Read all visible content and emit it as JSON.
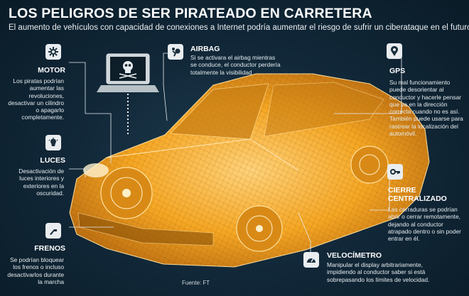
{
  "header": {
    "title": "LOS PELIGROS DE SER PIRATEADO EN CARRETERA",
    "subtitle": "El aumento de vehículos con capacidad de conexiones a Internet podría aumentar el riesgo de sufrir un ciberataque en el futuro."
  },
  "items": {
    "motor": {
      "label": "MOTOR",
      "icon": "gear-icon",
      "text": [
        "Los piratas podrían",
        "aumentar las",
        "revoluciones,",
        "desactivar un cilindro",
        "o apagarlo",
        "completamente."
      ]
    },
    "luces": {
      "label": "LUCES",
      "icon": "light-icon",
      "text": [
        "Desactivación de",
        "luces interiores  y",
        "exteriores en la",
        "oscuridad."
      ]
    },
    "frenos": {
      "label": "FRENOS",
      "icon": "brake-pedal-icon",
      "text": [
        "Se podrían bloquear",
        "los frenos o incluso",
        "desactivarlos durante",
        "la marcha"
      ]
    },
    "airbag": {
      "label": "AIRBAG",
      "icon": "airbag-icon",
      "text": [
        "Si se activara el airbag mientras",
        "se conduce, el conductor perdería",
        "totalmente la visibilidad"
      ]
    },
    "gps": {
      "label": "GPS",
      "icon": "map-pin-icon",
      "text": [
        "Su mal funcionamiento",
        "puede desorientar al",
        "conductor y hacerle pensar",
        "que va en la dirección",
        "correcta cuando no es así.",
        "También puede usarse para",
        "rastrear la localización del",
        "automóvil."
      ]
    },
    "cierre": {
      "label1": "CIERRE",
      "label2": "CENTRALIZADO",
      "icon": "key-icon",
      "text": [
        "Las cerraduras se podrían",
        "abrir o cerrar remotamente,",
        "dejando al conductor",
        "atrapado dentro o sin poder",
        "entrar en él."
      ]
    },
    "velocimetro": {
      "label": "VELOCÍMETRO",
      "icon": "speedometer-icon",
      "text": [
        "Manipular el display arbitrariamente,",
        "impidiendo al conductor saber si está",
        "sobrepasando los límites de velocidad."
      ]
    }
  },
  "source": "Fuente: FT",
  "colors": {
    "background": "#12293a",
    "car": "#f5a623",
    "icon_bg": "#e9edf0",
    "line": "#e6ecef"
  }
}
